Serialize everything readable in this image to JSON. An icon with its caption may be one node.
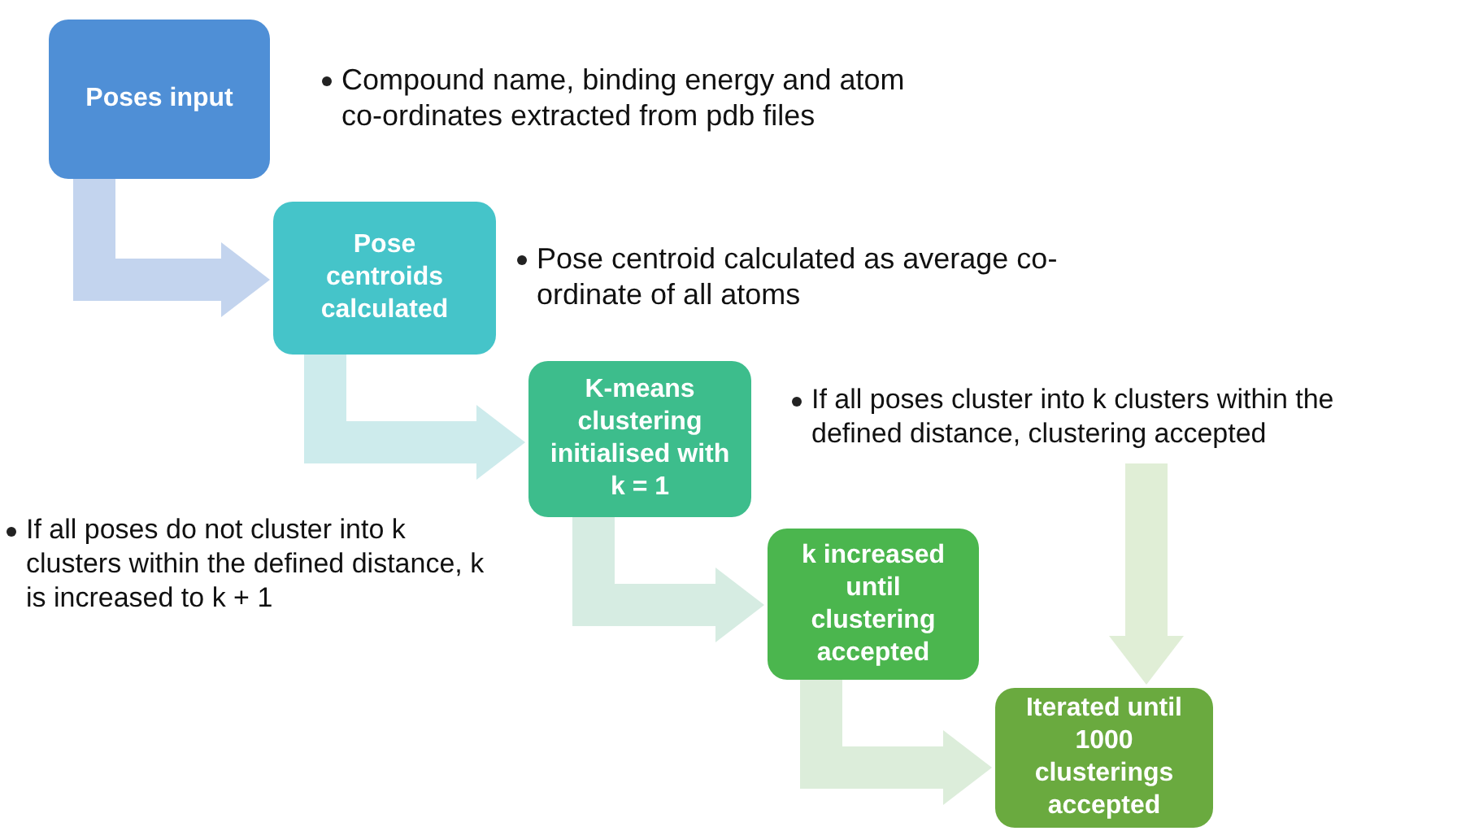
{
  "diagram": {
    "nodes": [
      {
        "text": [
          "Poses input"
        ],
        "beside": [
          "Compound name, binding energy and atom co-ordinates extracted from pdb files"
        ]
      },
      {
        "text": [
          "Pose centroids calculated"
        ],
        "beside": [
          "Pose centroid calculated as average co-ordinate of all atoms"
        ]
      },
      {
        "text": [
          "K-means clustering initialised with k = 1"
        ]
      },
      {
        "text": [
          "k increased until clustering accepted"
        ]
      },
      {
        "text": [
          "Iterated until 1000 clusterings accepted"
        ]
      }
    ],
    "edges": [
      {
        "from": 0,
        "to": 1,
        "arrow": "to",
        "color": "#c3d4ee"
      },
      {
        "from": 1,
        "to": 2,
        "arrow": "to",
        "color": "#cdebec"
      },
      {
        "from": 2,
        "to": 3,
        "arrow": "to",
        "color": "#d6ece2"
      },
      {
        "from": 3,
        "to": 4,
        "arrow": "to",
        "color": "#dcedda"
      },
      {
        "from": null,
        "to": 4,
        "arrow": "to",
        "color": "#e0eed6"
      }
    ],
    "labels": [
      "If all poses cluster into k clusters within the defined distance, clustering accepted",
      "If all poses do not cluster into k clusters within the defined distance, k is increased to k + 1"
    ]
  }
}
